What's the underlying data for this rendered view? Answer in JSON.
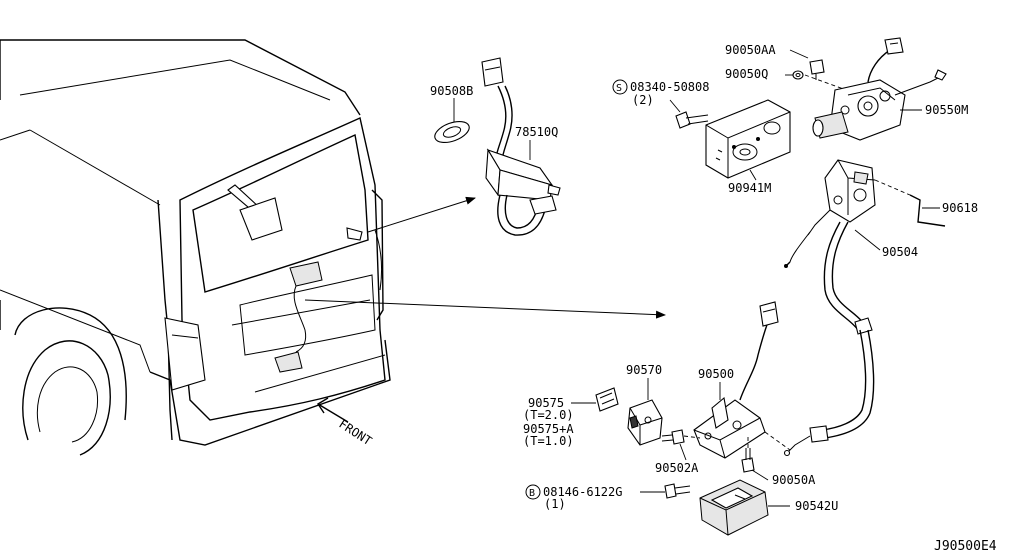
{
  "labels": {
    "p90508B": "90508B",
    "p78510Q": "78510Q",
    "p90050AA": "90050AA",
    "p90050Q": "90050Q",
    "p08340": "08340-50808",
    "p08340_qty": "(2)",
    "p90550M": "90550M",
    "p90941M": "90941M",
    "p90618": "90618",
    "p90504": "90504",
    "p90570": "90570",
    "p90500": "90500",
    "p90575": "90575",
    "p90575_t1": "(T=2.0)",
    "p90575A": "90575+A",
    "p90575A_t": "(T=1.0)",
    "p90502A": "90502A",
    "p90050A": "90050A",
    "p08146": "08146-6122G",
    "p08146_qty": "(1)",
    "p90542U": "90542U",
    "front": "FRONT",
    "diagram_id": "J90500E4",
    "badge_s": "S",
    "badge_b": "B"
  }
}
